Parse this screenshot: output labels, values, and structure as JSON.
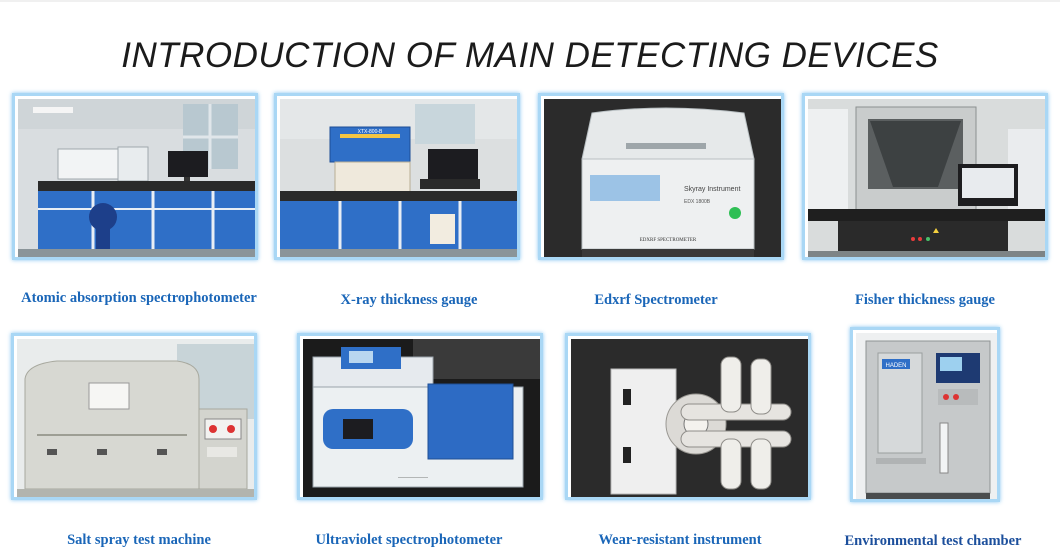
{
  "title": "INTRODUCTION OF MAIN DETECTING DEVICES",
  "devices": [
    {
      "caption": "Atomic absorption spectrophotometer",
      "icon": "lab-bench-photo"
    },
    {
      "caption": "X-ray thickness gauge",
      "icon": "lab-bench-photo",
      "panel_text": "XTX-800-B"
    },
    {
      "caption": "Edxrf Spectrometer",
      "icon": "spectrometer-photo",
      "brand_text": "Skyray Instrument",
      "model_text": "EDX 1800B",
      "front_text": "EDXRF SPECTROMETER"
    },
    {
      "caption": "Fisher thickness gauge",
      "icon": "xray-cabinet-photo"
    },
    {
      "caption": "Salt spray test machine",
      "icon": "salt-spray-photo"
    },
    {
      "caption": "Ultraviolet spectrophotometer",
      "icon": "uv-spectro-photo"
    },
    {
      "caption": "Wear-resistant instrument",
      "icon": "wear-tester-photo"
    },
    {
      "caption": "Environmental test chamber",
      "icon": "climate-chamber-photo",
      "brand_text": "HADEN"
    }
  ],
  "colors": {
    "caption": "#1a66b8",
    "frame": "#a9d7f5",
    "title": "#1b1b1b"
  }
}
